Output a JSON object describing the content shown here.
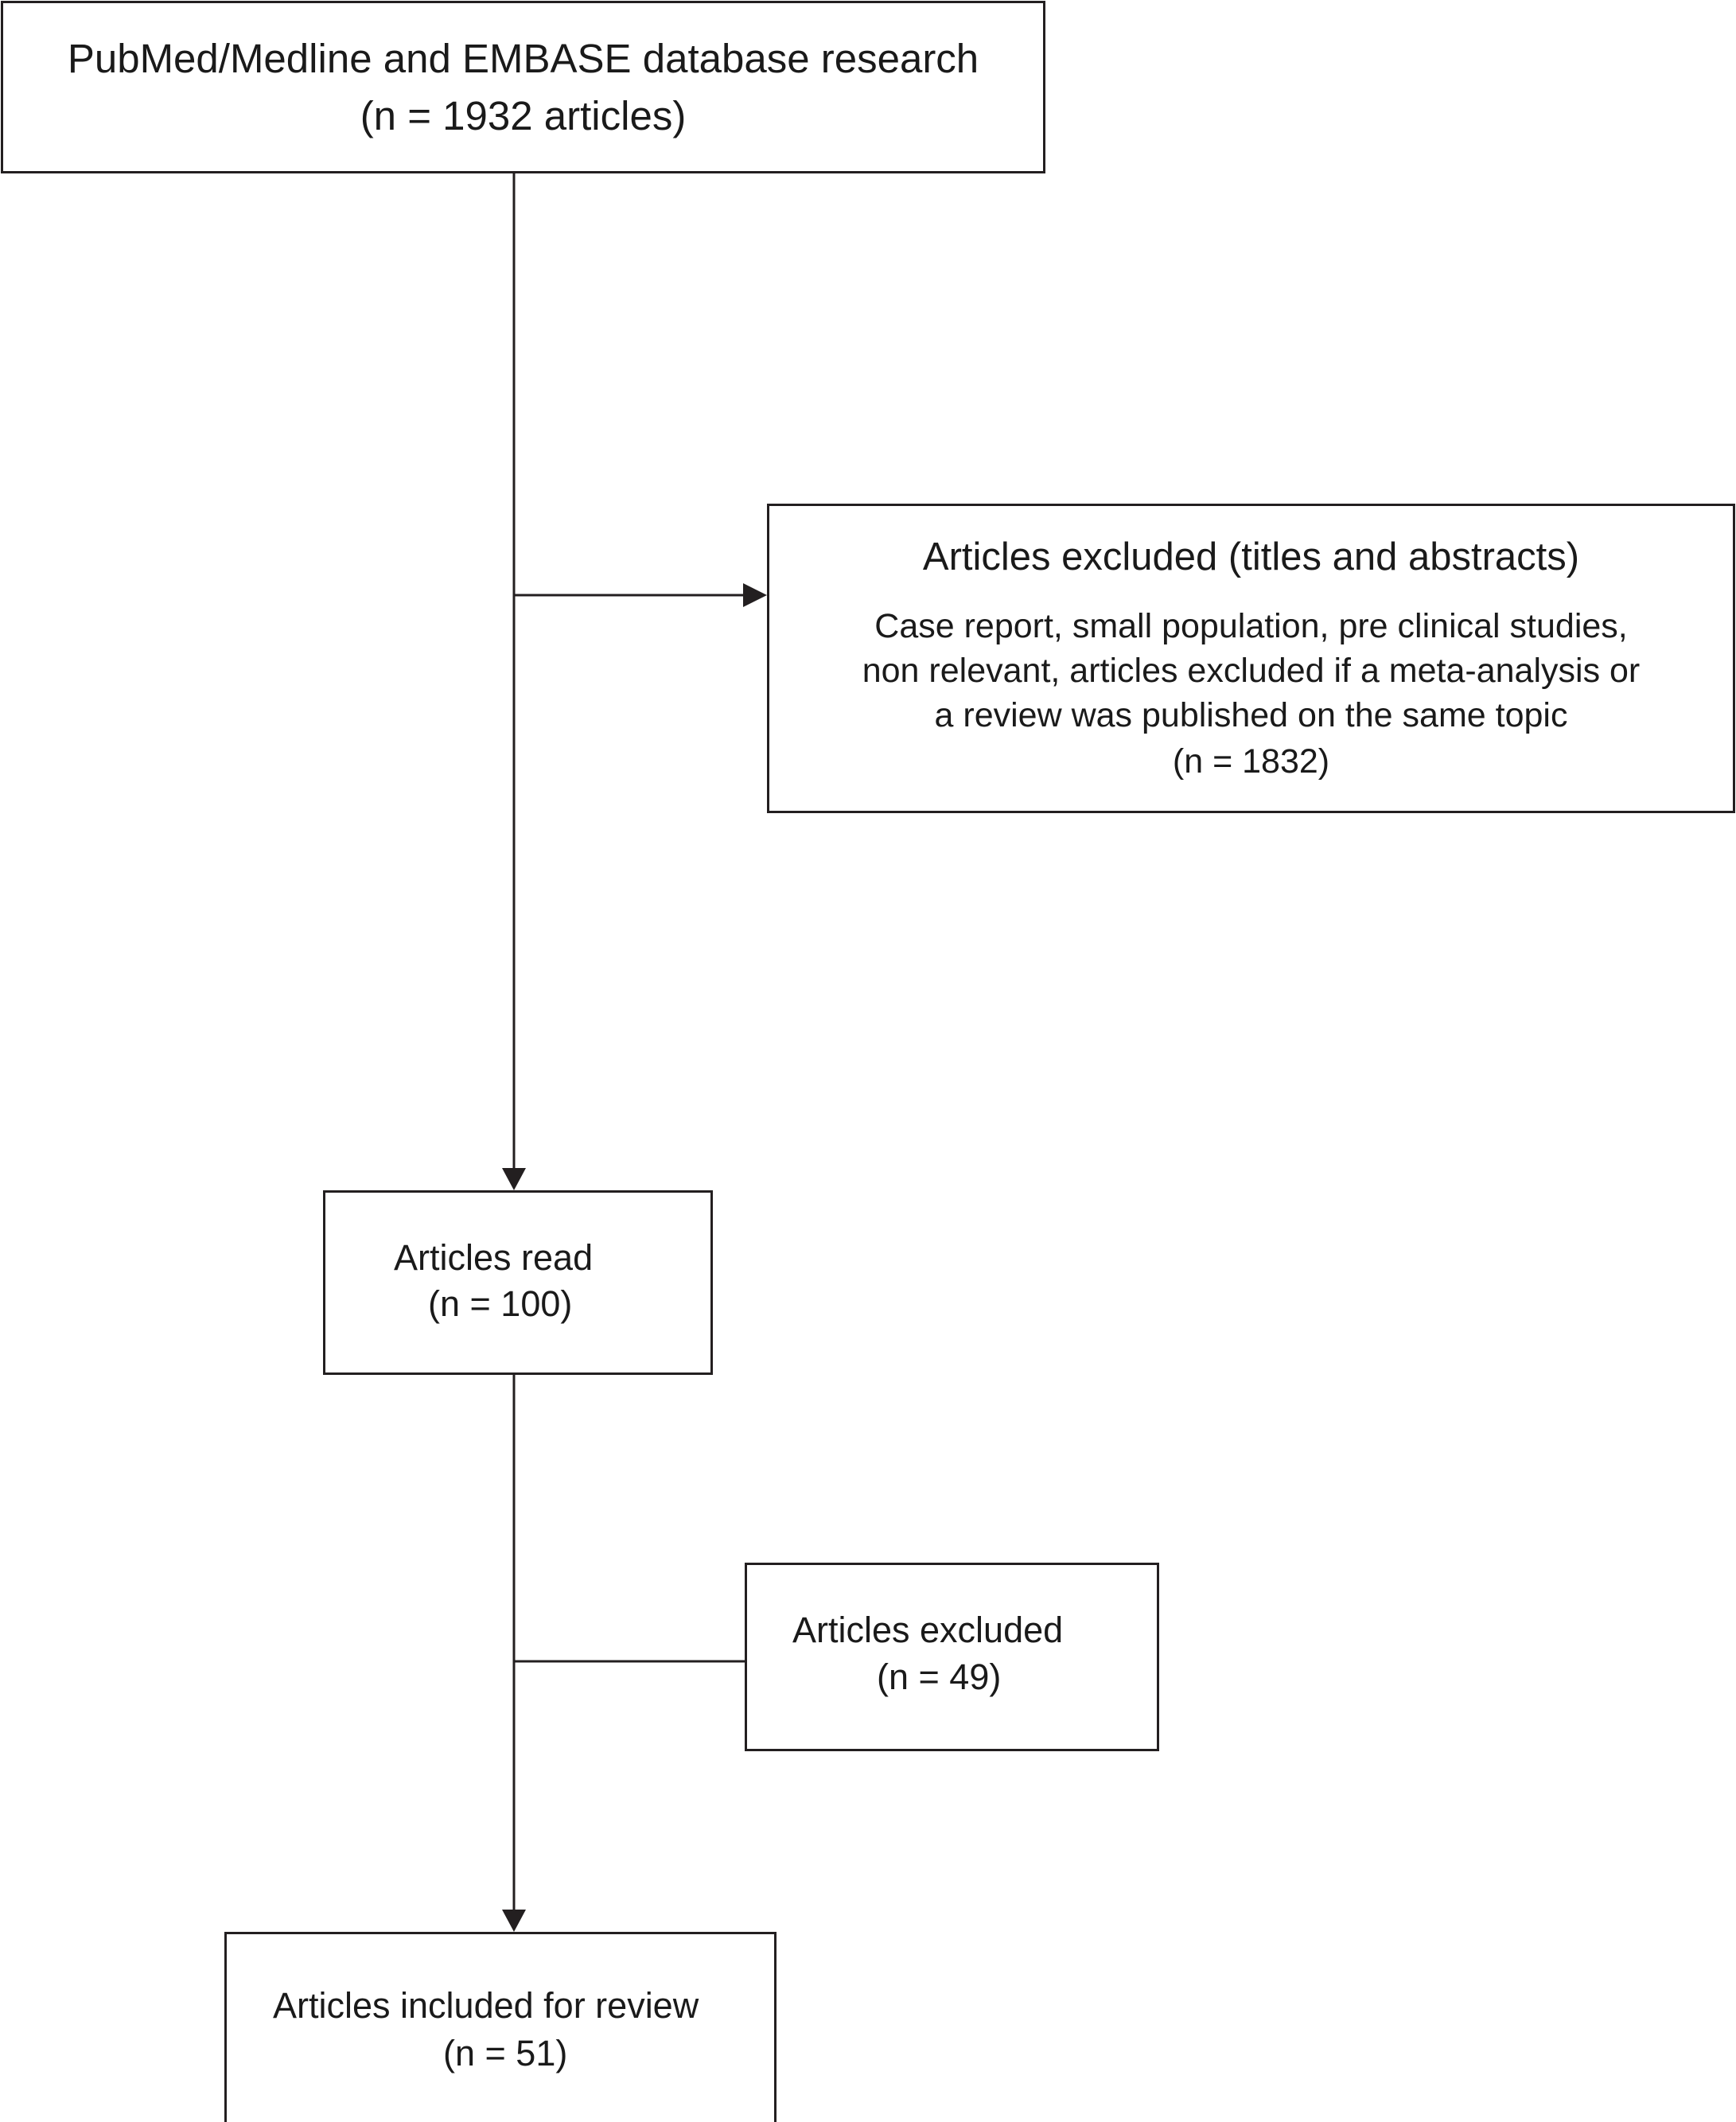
{
  "diagram": {
    "boxes": {
      "search": {
        "line1": "PubMed/Medline and EMBASE database research",
        "line2": "(n = 1932 articles)"
      },
      "excluded_titles_abstracts": {
        "title": "Articles excluded (titles and abstracts)",
        "details": [
          "Case report, small population, pre clinical studies,",
          "non relevant, articles excluded if a meta-analysis or",
          "a review was published on the same topic",
          "(n = 1832)"
        ]
      },
      "read": {
        "line1": "Articles read",
        "line2": "(n = 100)"
      },
      "excluded": {
        "line1": "Articles excluded",
        "line2": "(n = 49)"
      },
      "included": {
        "line1": "Articles included for review",
        "line2": "(n = 51)"
      }
    },
    "colors": {
      "line": "#231f20",
      "text": "#1a1a1a",
      "background": "#ffffff"
    }
  }
}
